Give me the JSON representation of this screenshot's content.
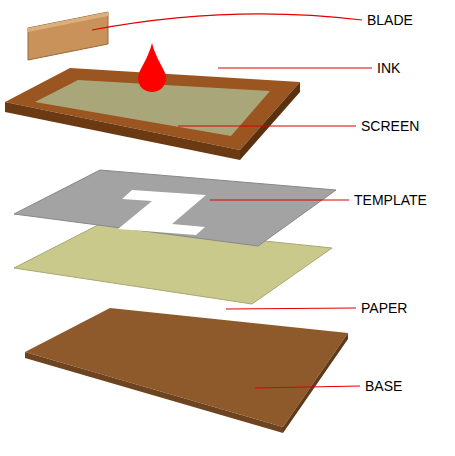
{
  "diagram": {
    "labels": [
      "BLADE",
      "INK",
      "SCREEN",
      "TEMPLATE",
      "PAPER",
      "BASE"
    ]
  }
}
